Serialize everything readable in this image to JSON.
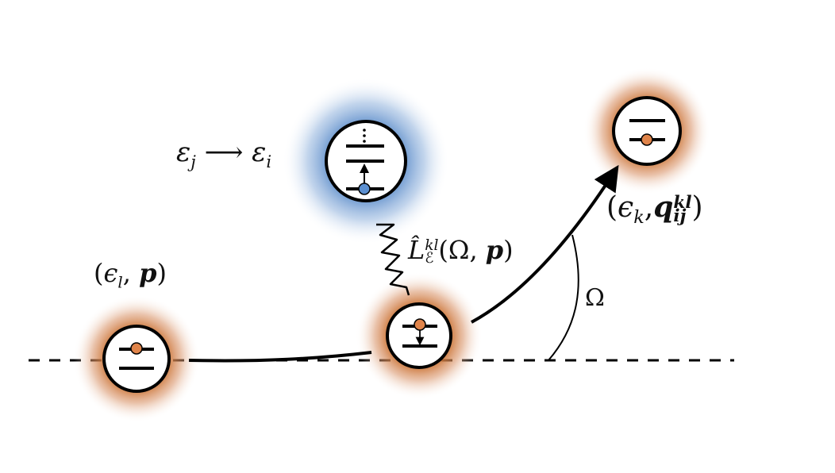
{
  "diagram": {
    "type": "scattering-process",
    "colors": {
      "projectile_glow": "#d2773a",
      "target_glow": "#4f86c6",
      "particle_projectile": "#e0844a",
      "particle_target": "#5b8fd0",
      "line": "#000000"
    },
    "nodes": [
      {
        "id": "incoming",
        "label": "(ϵ_l, p)",
        "glow": "orange",
        "levels": 2,
        "particle_level": "upper"
      },
      {
        "id": "collision",
        "label": "",
        "glow": "orange",
        "levels": 2,
        "particle_level": "upper",
        "transition": "down"
      },
      {
        "id": "outgoing",
        "label": "(ϵ_k, q_ij^kl)",
        "glow": "orange",
        "levels": 2,
        "particle_level": "lower"
      },
      {
        "id": "target",
        "label": "ε_j → ε_i",
        "glow": "blue",
        "levels": 3,
        "particle_level": "lowest",
        "transition": "up"
      }
    ],
    "labels": {
      "incoming": {
        "open": "(",
        "eps": "ϵ",
        "sub": "l",
        "sep": ",",
        "vec": "p",
        "close": ")"
      },
      "outgoing": {
        "open": "(",
        "eps": "ϵ",
        "sub": "k",
        "sep": ",",
        "vec": "q",
        "vec_sub": "ij",
        "vec_sup": "kl",
        "close": ")"
      },
      "target": {
        "from": "ε",
        "from_sub": "j",
        "arrow": "⟶",
        "to": "ε",
        "to_sub": "i"
      },
      "interaction": {
        "op": "L̂",
        "sub": "ℰ",
        "sup": "kl",
        "args": "(Ω, ",
        "vec": "p",
        "close": ")"
      },
      "angle": "Ω"
    },
    "edges": [
      {
        "from": "incoming",
        "to": "collision",
        "style": "solid"
      },
      {
        "from": "collision",
        "to": "outgoing",
        "style": "solid-arrow"
      },
      {
        "from": "collision",
        "to": "target",
        "style": "wavy"
      },
      {
        "axis": "dashed-horizontal"
      }
    ]
  }
}
